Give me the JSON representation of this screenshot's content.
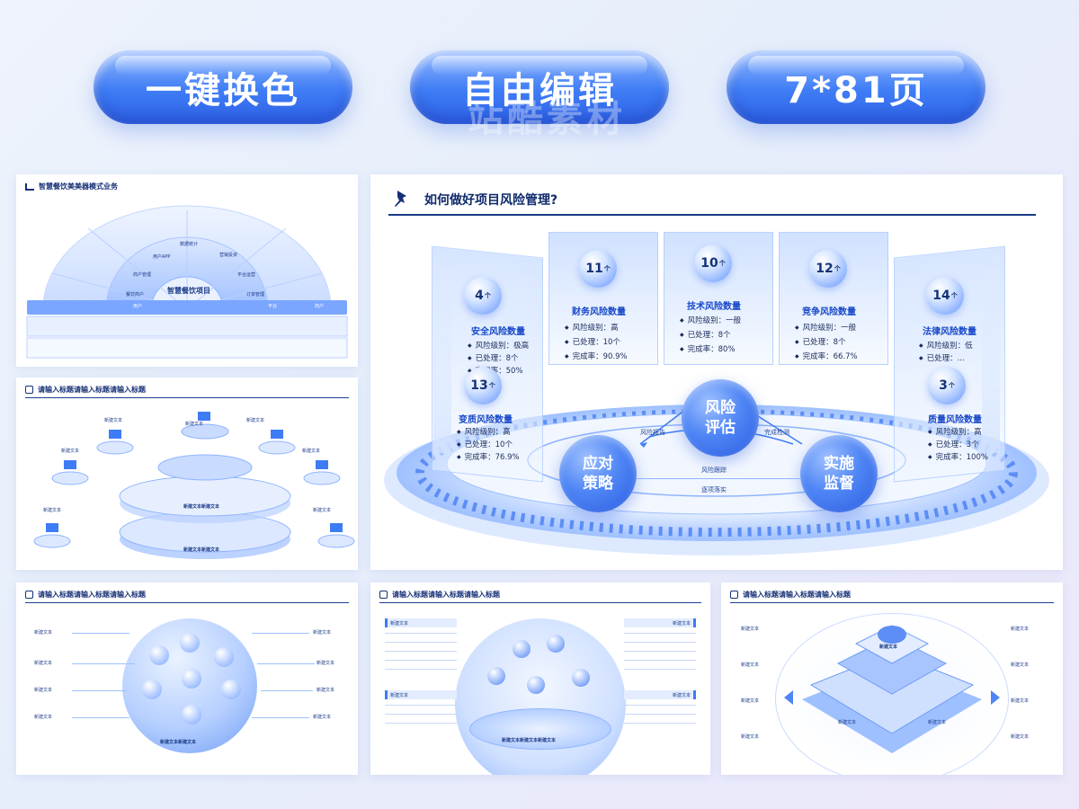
{
  "buttons": [
    "一键换色",
    "自由编辑",
    "7*81页"
  ],
  "watermark": "站酷素材",
  "card1": {
    "title": "智慧餐饮美美器模式业务",
    "center": "智慧餐饮项目",
    "items": [
      "数据统计",
      "营销投资",
      "用户APP",
      "平台运营",
      "餐饮商户",
      "订单管理",
      "商户管理",
      "用户",
      "平台",
      "商户"
    ]
  },
  "card2": {
    "title": "请输入标题请输入标题请输入标题",
    "node": "新建文本",
    "core": "新建文本新建文本"
  },
  "card3": {
    "title": "请输入标题请输入标题请输入标题",
    "node": "新建文本",
    "core": "新建文本新建文本"
  },
  "card4": {
    "title": "请输入标题请输入标题请输入标题",
    "node": "新建文本",
    "core": "新建文本新建文本新建文本"
  },
  "card5": {
    "title": "请输入标题请输入标题请输入标题",
    "node": "新建文本"
  },
  "main": {
    "title": "如何做好项目风险管理?",
    "unit": "个",
    "panels": [
      {
        "count": "4",
        "title": "安全风险数量",
        "lines": [
          "风险级别：极高",
          "已处理：8个",
          "完成率：50%"
        ]
      },
      {
        "count": "11",
        "title": "财务风险数量",
        "lines": [
          "风险级别：高",
          "已处理：10个",
          "完成率：90.9%"
        ]
      },
      {
        "count": "10",
        "title": "技术风险数量",
        "lines": [
          "风险级别：一般",
          "已处理：8个",
          "完成率：80%"
        ]
      },
      {
        "count": "12",
        "title": "竞争风险数量",
        "lines": [
          "风险级别：一般",
          "已处理：8个",
          "完成率：66.7%"
        ]
      },
      {
        "count": "14",
        "title": "法律风险数量",
        "lines": [
          "风险级别：低",
          "已处理：..."
        ]
      }
    ],
    "panels_low": [
      {
        "count": "13",
        "title": "变质风险数量",
        "lines": [
          "风险级别：高",
          "已处理：10个",
          "完成率：76.9%"
        ]
      },
      {
        "count": "3",
        "title": "质量风险数量",
        "lines": [
          "风险级别：高",
          "已处理：3个",
          "完成率：100%"
        ]
      }
    ],
    "circles": {
      "top": "风险\n评估",
      "left": "应对\n策略",
      "right": "实施\n监督"
    },
    "arrows": {
      "a": "风险报告",
      "b": "完成检测",
      "c": "风险跟踪",
      "d": "逐项落实"
    }
  }
}
